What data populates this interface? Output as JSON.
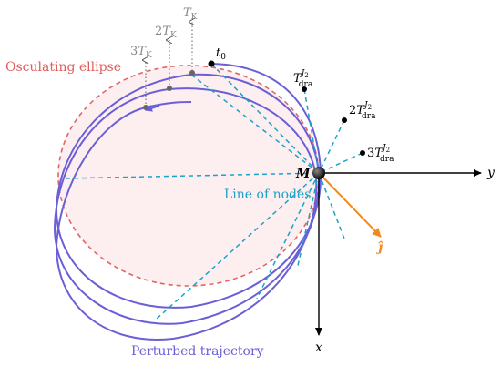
{
  "labels": {
    "osculating_ellipse": "Osculating ellipse",
    "perturbed_trajectory": "Perturbed trajectory",
    "line_of_nodes": "Line of nodes",
    "mass": "M",
    "axis_y": "y",
    "axis_x": "x",
    "j_hat": "ĵ",
    "t0_base": "t",
    "t0_sub": "0",
    "tk1_base": "T",
    "tk1_sub": "K",
    "tk2_coef": "2",
    "tk2_base": "T",
    "tk2_sub": "K",
    "tk3_coef": "3",
    "tk3_base": "T",
    "tk3_sub": "K",
    "td1_base": "T",
    "td1_sup": "J",
    "td1_supsub": "2",
    "td1_sub": "dra",
    "td2_coef": "2",
    "td2_base": "T",
    "td2_sup": "J",
    "td2_supsub": "2",
    "td2_sub": "dra",
    "td3_coef": "3",
    "td3_base": "T",
    "td3_sup": "J",
    "td3_supsub": "2",
    "td3_sub": "dra"
  },
  "colors": {
    "ellipse_fill": "#fdeef0",
    "ellipse_stroke": "#e06666",
    "trajectory": "#6a5fd6",
    "line_of_nodes": "#1aa3c8",
    "jhat": "#f08a1a",
    "axis": "#000000",
    "dotted": "#777777",
    "tk_text": "#888888",
    "osc_text": "#e05c5c",
    "traj_text": "#6a5fd6",
    "lon_text": "#1aa3c8"
  }
}
